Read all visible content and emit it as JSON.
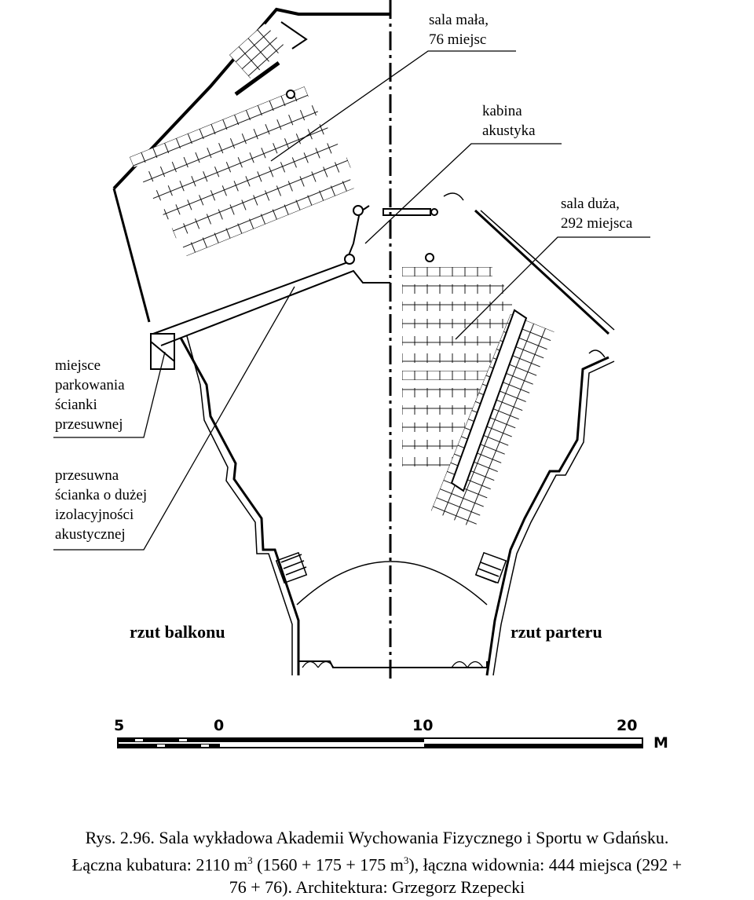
{
  "labels": {
    "small_hall": [
      "sala mała,",
      "76 miejsc"
    ],
    "booth": [
      "kabina",
      "akustyka"
    ],
    "large_hall": [
      "sala duża,",
      "292 miejsca"
    ],
    "parking": [
      "miejsce",
      "parkowania",
      "ścianki",
      "przesuwnej"
    ],
    "partition": [
      "przesuwna",
      "ścianka o dużej",
      "izolacyjności",
      "akustycznej"
    ],
    "balcony_plan": "rzut balkonu",
    "ground_plan": "rzut parteru"
  },
  "scale": {
    "ticks": [
      "5",
      "0",
      "10",
      "20"
    ],
    "unit": "M"
  },
  "caption": {
    "line1": "Rys. 2.96. Sala wykładowa Akademii Wychowania Fizycznego i Sportu w Gdańsku.",
    "line2_a": "Łączna kubatura: 2110 m",
    "line2_sup1": "3",
    "line2_b": " (1560 + 175 + 175 m",
    "line2_sup2": "3",
    "line2_c": "), łączna widownia: 444 miejsca (292 +",
    "line3": "76 + 76). Architektura: Grzegorz Rzepecki"
  }
}
